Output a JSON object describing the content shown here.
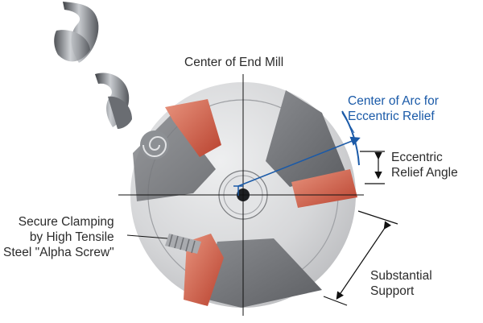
{
  "labels": {
    "center_end_mill": "Center of End Mill",
    "center_arc": "Center of Arc for\nEccentric Relief",
    "relief_angle": "Eccentric\nRelief Angle",
    "clamping": "Secure Clamping\nby High Tensile\nSteel \"Alpha Screw\"",
    "support": "Substantial\nSupport"
  },
  "colors": {
    "accent_blue": "#1a5aa8",
    "insert_red": "#c8503c",
    "body_grey": "#d7d8da",
    "text": "#2b2b2b"
  },
  "icons": {
    "chip": "metal-chip-icon",
    "screw": "alpha-screw-icon"
  }
}
